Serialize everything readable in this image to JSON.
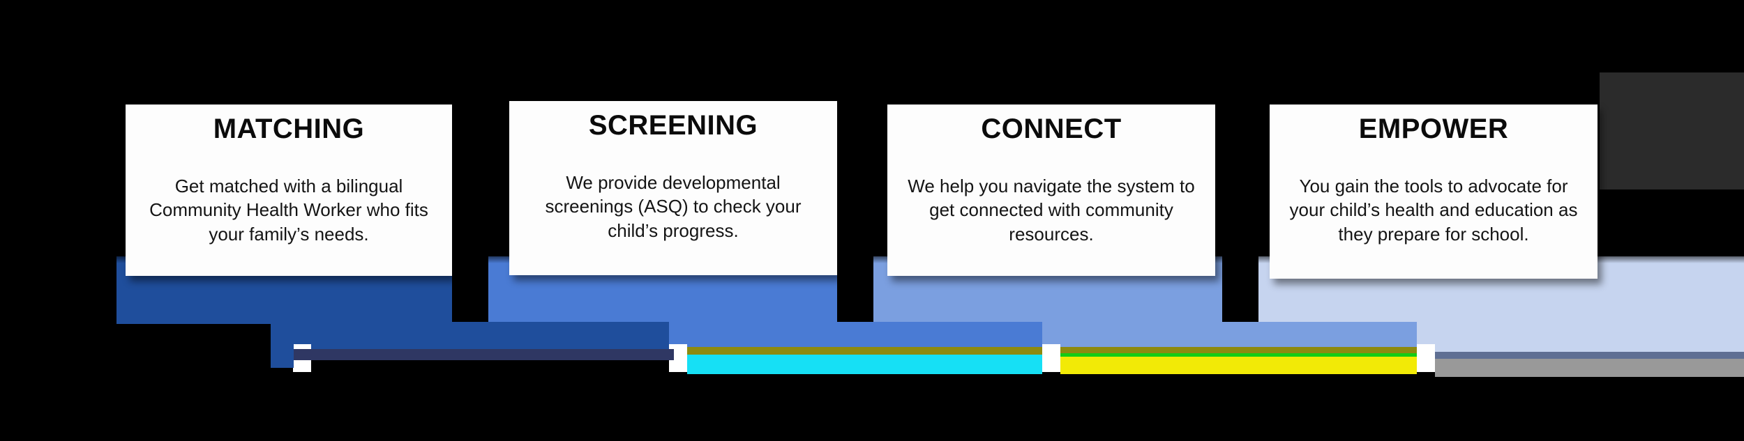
{
  "diagram": {
    "title_hidden": "",
    "background_color": "#000000",
    "card_background": "#fdfdfd",
    "steps": [
      {
        "id": "matching",
        "title": "MATCHING",
        "body": "Get matched with a bilingual Community Health Worker who fits your family’s needs.",
        "body_lines": [
          "Get matched with a bilingual",
          "Community Health Worker who fits",
          "your family’s needs."
        ],
        "bar_color": "#1f4e9c",
        "order": 1
      },
      {
        "id": "screening",
        "title": "SCREENING",
        "body": "We provide developmental screenings (ASQ) to check your child’s progress.",
        "body_lines": [
          "We provide developmental",
          "screenings (ASQ) to check your",
          "child’s progress."
        ],
        "bar_color": "#4a7bd4",
        "order": 2
      },
      {
        "id": "connect",
        "title": "CONNECT",
        "body": "We help you navigate the system to get connected with community resources.",
        "body_lines": [
          "We help you navigate the system to",
          "get connected with community",
          "resources."
        ],
        "bar_color": "#7b9fe0",
        "order": 3
      },
      {
        "id": "empower",
        "title": "EMPOWER",
        "body": "You gain the tools to advocate for your child’s health and education as they prepare for school.",
        "body_lines": [
          "You gain the tools to advocate for",
          "your child’s health and education as",
          "they prepare for school."
        ],
        "bar_color": "#c6d4ef",
        "order": 4
      }
    ],
    "accent_bars": [
      {
        "id": "accent-navy",
        "color": "#2f3763",
        "label": ""
      },
      {
        "id": "accent-cyan",
        "color": "#16e0f5",
        "label": ""
      },
      {
        "id": "accent-yellow",
        "color": "#f2ea06",
        "label": ""
      },
      {
        "id": "accent-gray",
        "color": "#999999",
        "label": ""
      }
    ],
    "accent_hairlines": [
      {
        "id": "hairline-olive",
        "color": "#8d8a10"
      },
      {
        "id": "hairline-green",
        "color": "#14cc14"
      },
      {
        "id": "hairline-slate",
        "color": "#5f6f93"
      }
    ],
    "right_panel": {
      "id": "right-dark-panel",
      "color": "#2b2b2b"
    }
  }
}
